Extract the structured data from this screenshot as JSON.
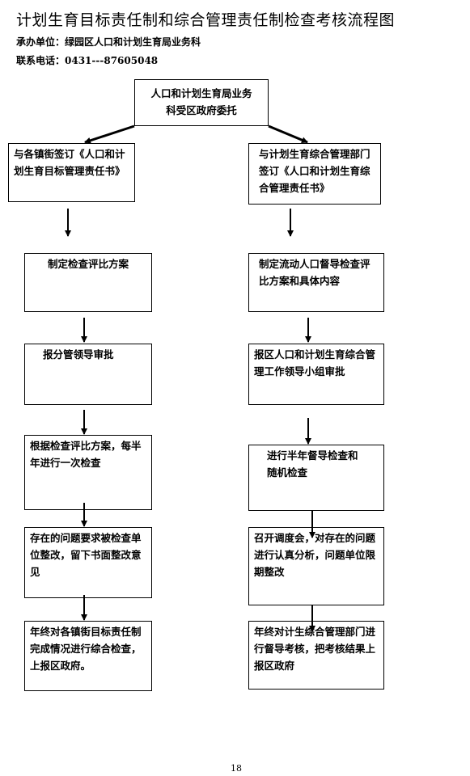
{
  "header": {
    "title": "计划生育目标责任制和综合管理责任制检查考核流程图",
    "unit": "承办单位：绿园区人口和计划生育局业务科",
    "phone": "联系电话：0431---87605048"
  },
  "top_box": "人口和计划生育局业务科受区政府委托",
  "left": [
    "与各镇街签订《人口和计划生育目标管理责任书》",
    "制定检查评比方案",
    "报分管领导审批",
    "根据检查评比方案，每半年进行一次检查",
    "存在的问题要求被检查单位整改，留下书面整改意见",
    "年终对各镇街目标责任制完成情况进行综合检查，上报区政府。"
  ],
  "right": [
    "与计划生育综合管理部门签订《人口和计划生育综合管理责任书》",
    "制定流动人口督导检查评比方案和具体内容",
    "报区人口和计划生育综合管理工作领导小组审批",
    "进行半年督导检查和随机检查",
    "召开调度会，对存在的问题进行认真分析，问题单位限期整改",
    "年终对计生综合管理部门进行督导考核，把考核结果上报区政府"
  ],
  "page_number": "18"
}
